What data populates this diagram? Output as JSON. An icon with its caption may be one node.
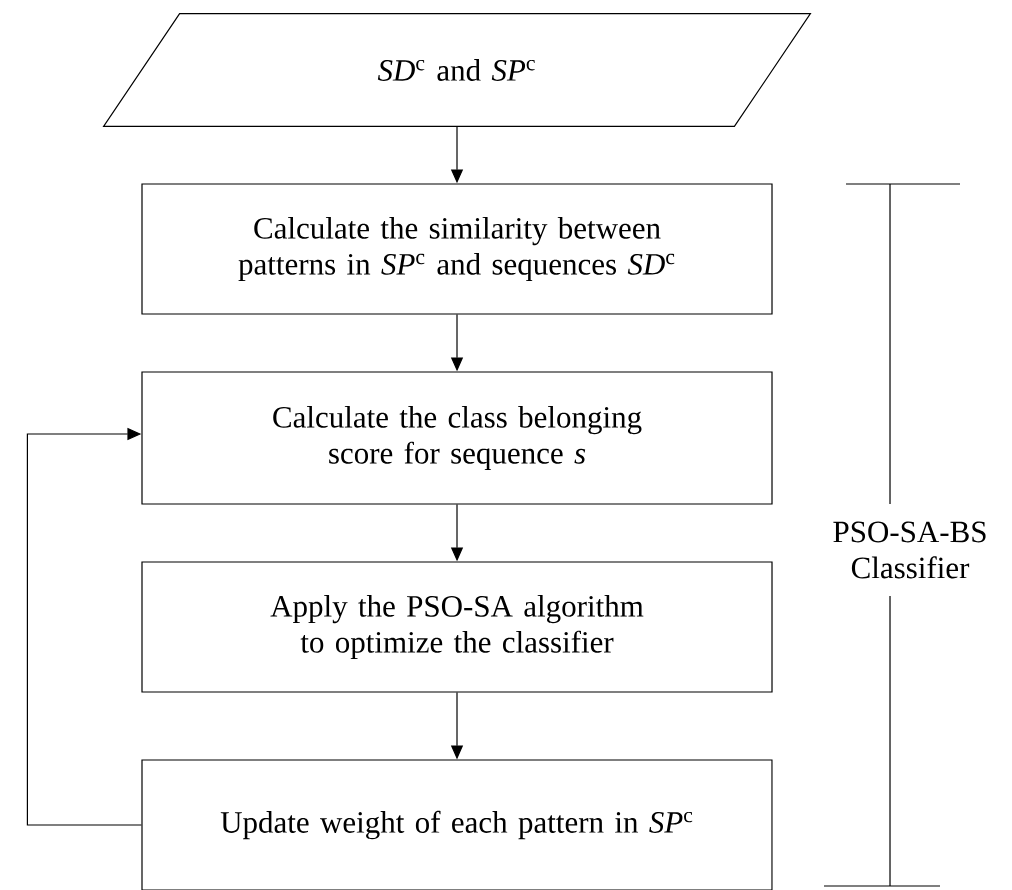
{
  "diagram": {
    "nodes": [
      {
        "text": [
          "*SD*$^{c}$ and *SP*$^{c}$"
        ]
      },
      {
        "text": [
          "Calculate the similarity between patterns in *SP*$^{c}$ and sequences *SD*$^{c}$"
        ]
      },
      {
        "text": [
          "Calculate the class belonging score for sequence *s*"
        ]
      },
      {
        "text": [
          "Apply the PSO-SA algorithm to optimize the classifier"
        ]
      },
      {
        "text": [
          "Update weight of each pattern in *SP*$^{c}$"
        ]
      }
    ],
    "edges": [
      {
        "from": 0,
        "to": 1,
        "arrow": "to"
      },
      {
        "from": 1,
        "to": 2,
        "arrow": "to"
      },
      {
        "from": 2,
        "to": 3,
        "arrow": "to"
      },
      {
        "from": 3,
        "to": 4,
        "arrow": "to"
      },
      {
        "from": 4,
        "to": 2,
        "arrow": "to"
      }
    ],
    "labels": [
      "PSO-SA-BS Classifier"
    ]
  }
}
